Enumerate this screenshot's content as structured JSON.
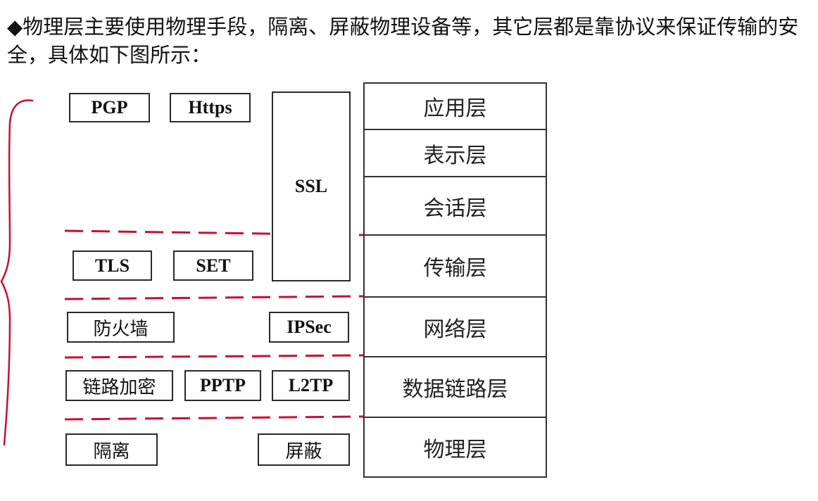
{
  "heading": "◆物理层主要使用物理手段，隔离、屏蔽物理设备等，其它层都是靠协议来保证传输的安全，具体如下图所示：",
  "protocols": {
    "pgp": "PGP",
    "https": "Https",
    "ssl": "SSL",
    "tls": "TLS",
    "set": "SET",
    "firewall": "防火墙",
    "ipsec": "IPSec",
    "link_encryption": "链路加密",
    "pptp": "PPTP",
    "l2tp": "L2TP",
    "isolation": "隔离",
    "shielding": "屏蔽"
  },
  "layers": [
    "应用层",
    "表示层",
    "会话层",
    "传输层",
    "网络层",
    "数据链路层",
    "物理层"
  ],
  "colors": {
    "annotation": "#c8102e",
    "border": "#2a2a2a"
  }
}
